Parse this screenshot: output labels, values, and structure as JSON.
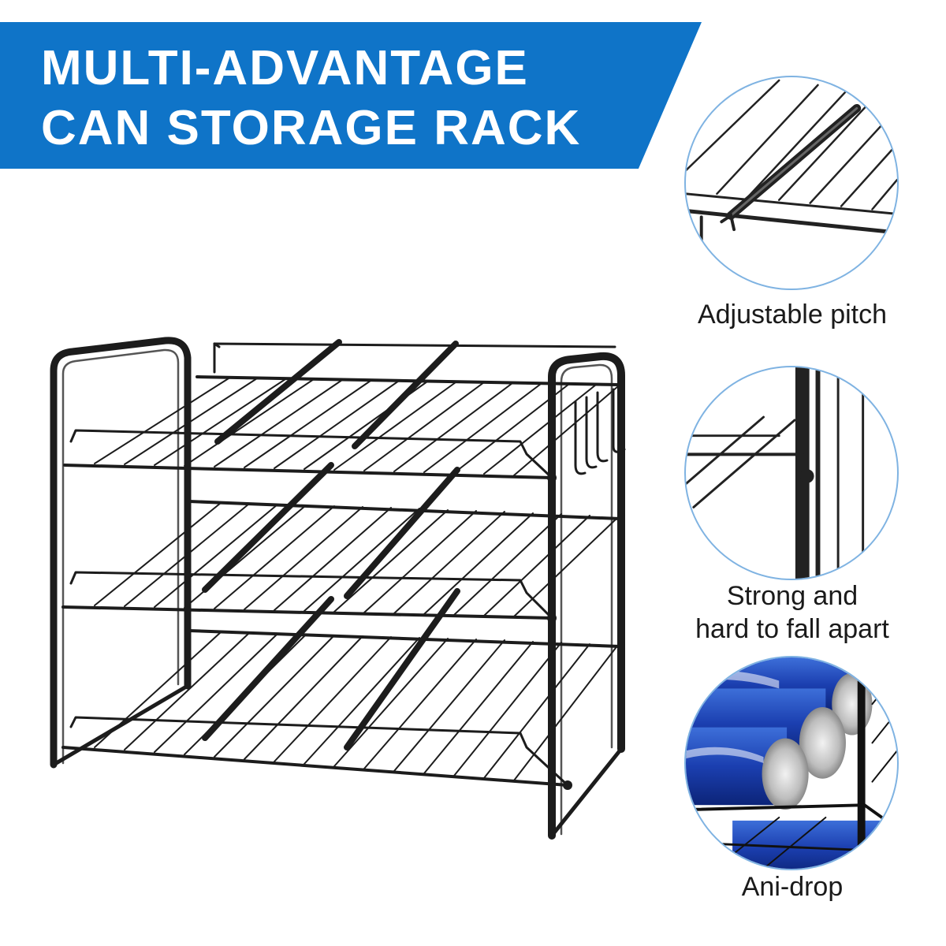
{
  "banner": {
    "title_line1": "MULTI-ADVANTAGE",
    "title_line2": "CAN STORAGE RACK",
    "color": "#0f74c8"
  },
  "product": {
    "icon": "can-storage-rack-illustration",
    "frame_color": "#1c1c1c"
  },
  "features": [
    {
      "icon": "adjustable-pitch-closeup",
      "label": "Adjustable pitch"
    },
    {
      "icon": "frame-joint-closeup",
      "label_line1": "Strong and",
      "label_line2": "hard to fall apart"
    },
    {
      "icon": "cans-on-rack-closeup",
      "label": "Ani-drop"
    }
  ],
  "accent_ring_color": "#7fb3e2"
}
